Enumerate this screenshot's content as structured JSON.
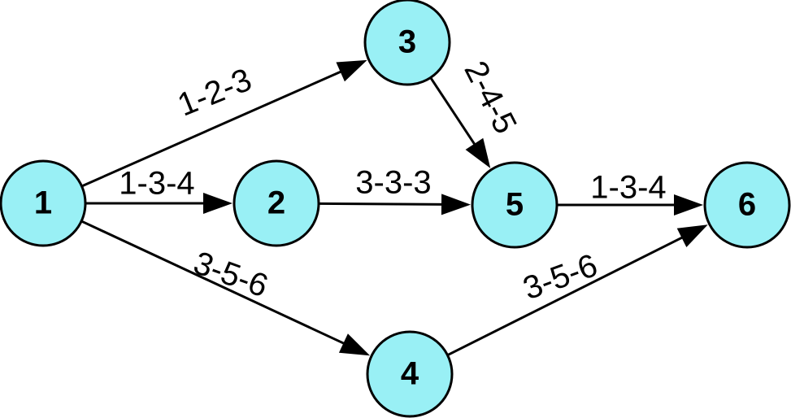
{
  "colors": {
    "node_fill": "#99f0f5",
    "stroke": "#000000"
  },
  "nodes": [
    {
      "id": "1",
      "label": "1"
    },
    {
      "id": "2",
      "label": "2"
    },
    {
      "id": "3",
      "label": "3"
    },
    {
      "id": "4",
      "label": "4"
    },
    {
      "id": "5",
      "label": "5"
    },
    {
      "id": "6",
      "label": "6"
    }
  ],
  "edges": [
    {
      "from": "1",
      "to": "3",
      "label": "1-2-3"
    },
    {
      "from": "1",
      "to": "2",
      "label": "1-3-4"
    },
    {
      "from": "1",
      "to": "4",
      "label": "3-5-6"
    },
    {
      "from": "3",
      "to": "5",
      "label": "2-4-5"
    },
    {
      "from": "2",
      "to": "5",
      "label": "3-3-3"
    },
    {
      "from": "5",
      "to": "6",
      "label": "1-3-4"
    },
    {
      "from": "4",
      "to": "6",
      "label": "3-5-6"
    }
  ]
}
